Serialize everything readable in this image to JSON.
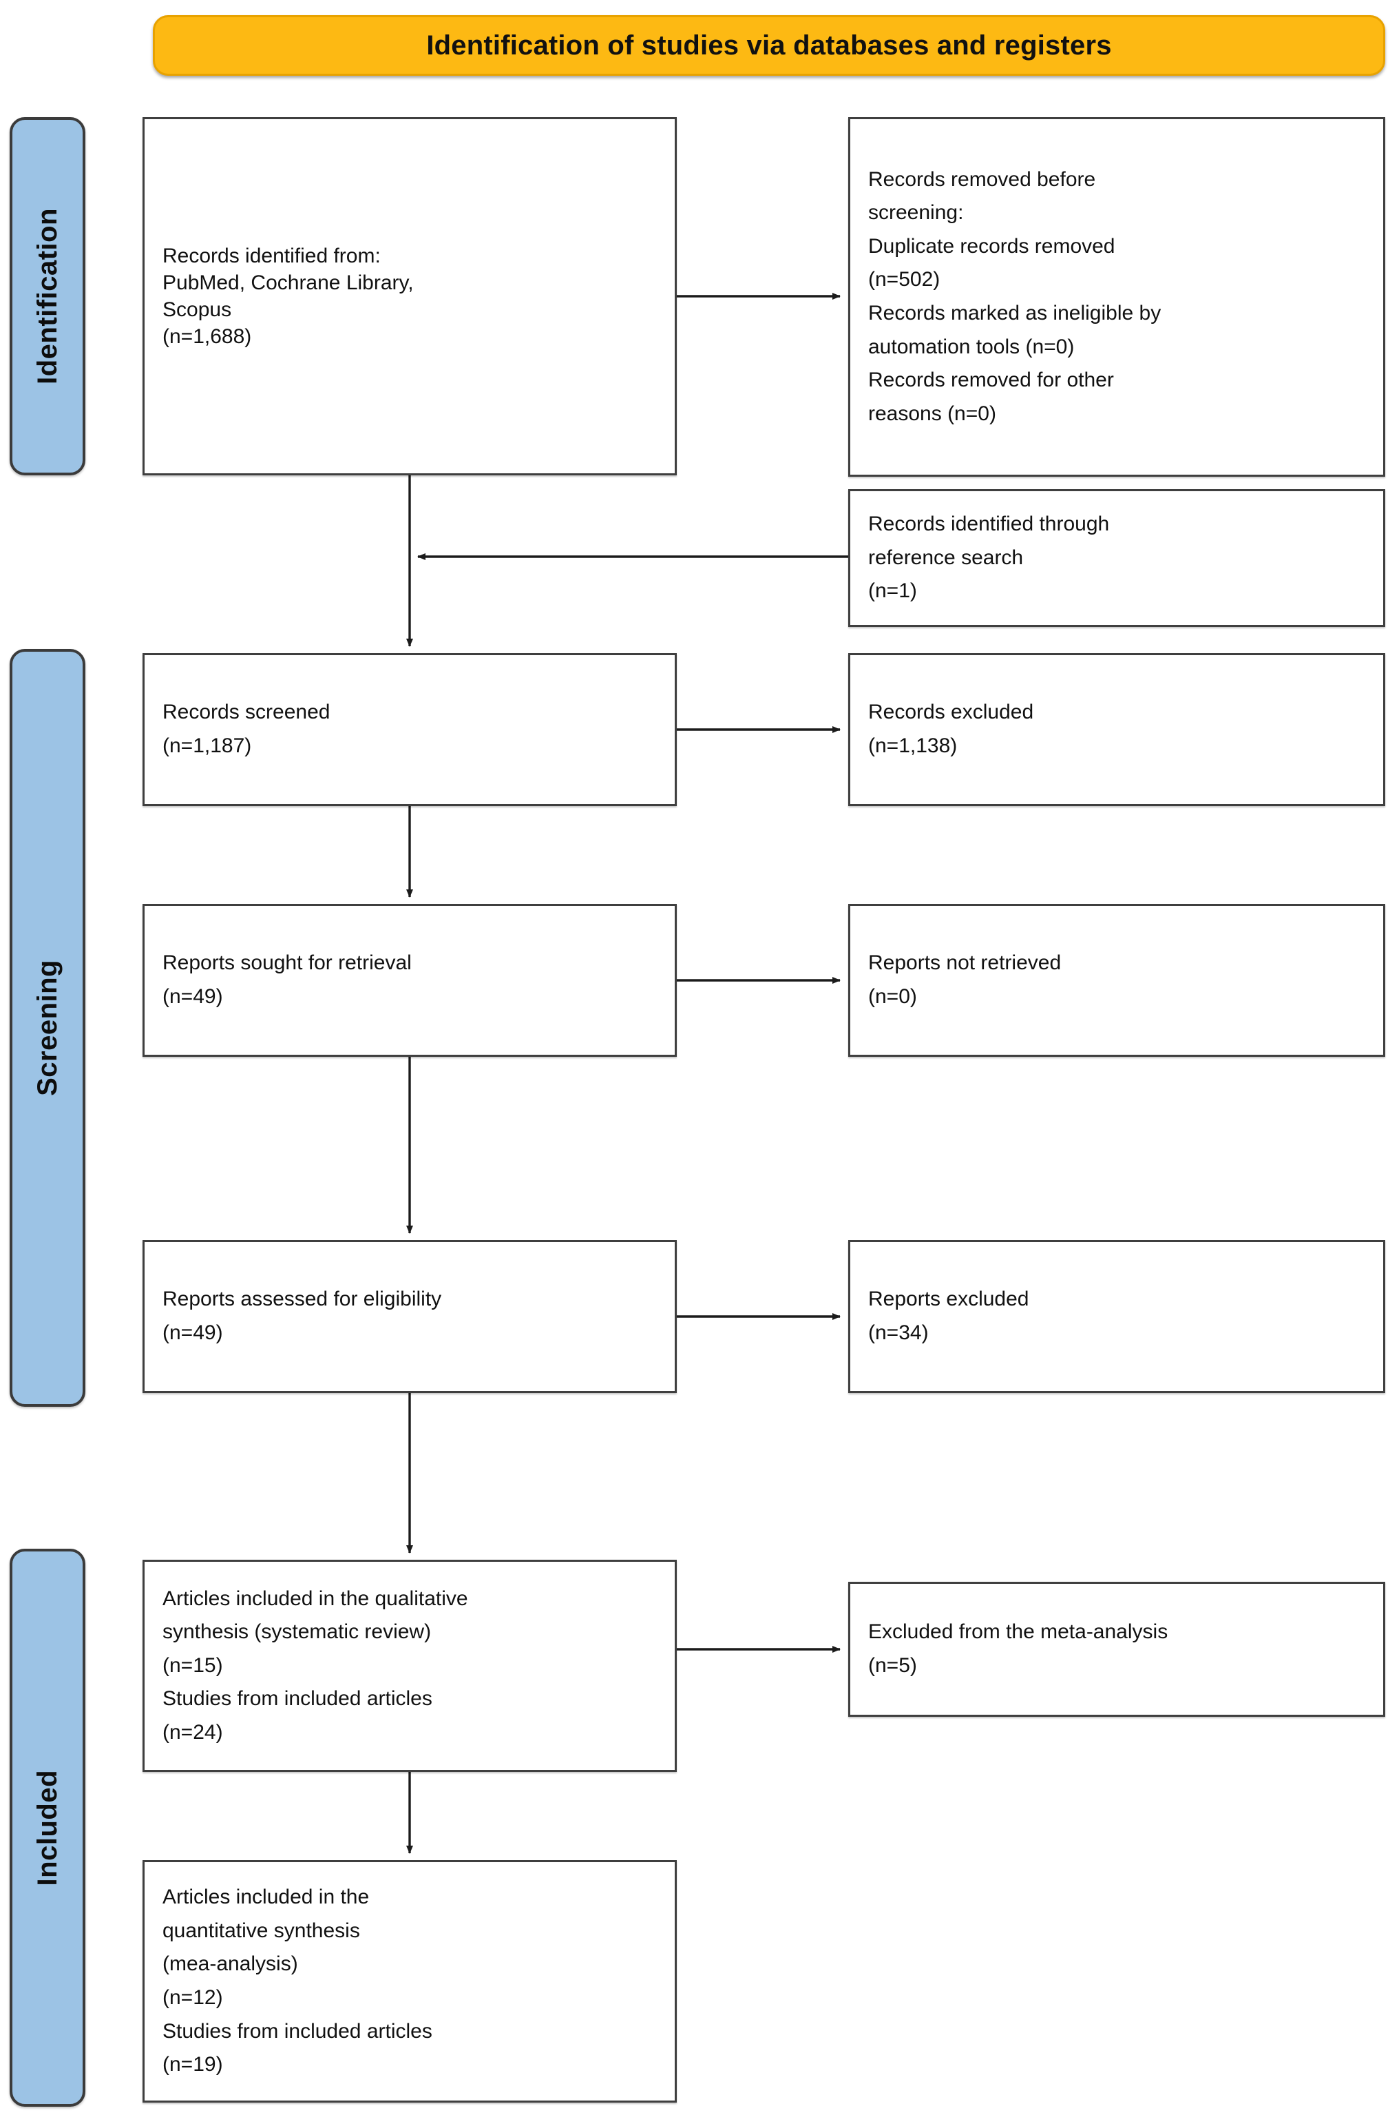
{
  "banner": {
    "title": "Identification of studies via databases and registers"
  },
  "stages": [
    {
      "id": "identification",
      "label": "Identification"
    },
    {
      "id": "screening",
      "label": "Screening"
    },
    {
      "id": "included",
      "label": "Included"
    }
  ],
  "boxes": {
    "identified": {
      "name": "records-identified",
      "lines": "Records identified from:\nPubMed, Cochrane Library,\nScopus\n(n=1,688)"
    },
    "removed": {
      "name": "records-removed-before-screening",
      "line1_a": "Records removed ",
      "line1_b": "before",
      "line2_a": "screening",
      "line2_b": ":",
      "rest": "Duplicate records removed\n(n=502)\nRecords marked as ineligible by\nautomation tools (n=0)\nRecords removed for other\nreasons (n=0)"
    },
    "reference": {
      "name": "records-from-reference-search",
      "lines": "Records identified through\nreference search\n(n=1)"
    },
    "screened": {
      "name": "records-screened",
      "lines": "Records screened\n(n=1,187)"
    },
    "records_excluded": {
      "name": "records-excluded",
      "lines": "Records excluded\n(n=1,138)"
    },
    "sought": {
      "name": "reports-sought-for-retrieval",
      "lines": "Reports sought for retrieval\n(n=49)"
    },
    "not_retrieved": {
      "name": "reports-not-retrieved",
      "lines": "Reports not retrieved\n(n=0)"
    },
    "eligibility": {
      "name": "reports-assessed-for-eligibility",
      "lines": "Reports assessed for eligibility\n(n=49)"
    },
    "reports_excluded": {
      "name": "reports-excluded",
      "lines": "Reports excluded\n(n=34)"
    },
    "qualitative": {
      "name": "articles-included-qualitative-synthesis",
      "lines": "Articles included in the qualitative\nsynthesis (systematic review)\n(n=15)\nStudies from included articles\n(n=24)"
    },
    "meta_excluded": {
      "name": "excluded-from-meta-analysis",
      "lines": "Excluded from the meta-analysis\n(n=5)"
    },
    "quantitative": {
      "name": "articles-included-quantitative-synthesis",
      "lines": "Articles included in the\nquantitative synthesis\n(mea-analysis)\n(n=12)\nStudies from included articles\n(n=19)"
    }
  },
  "colors": {
    "banner_fill": "#FDB913",
    "stage_fill": "#9CC3E5",
    "box_border": "#3F3F3F",
    "text": "#111111"
  }
}
